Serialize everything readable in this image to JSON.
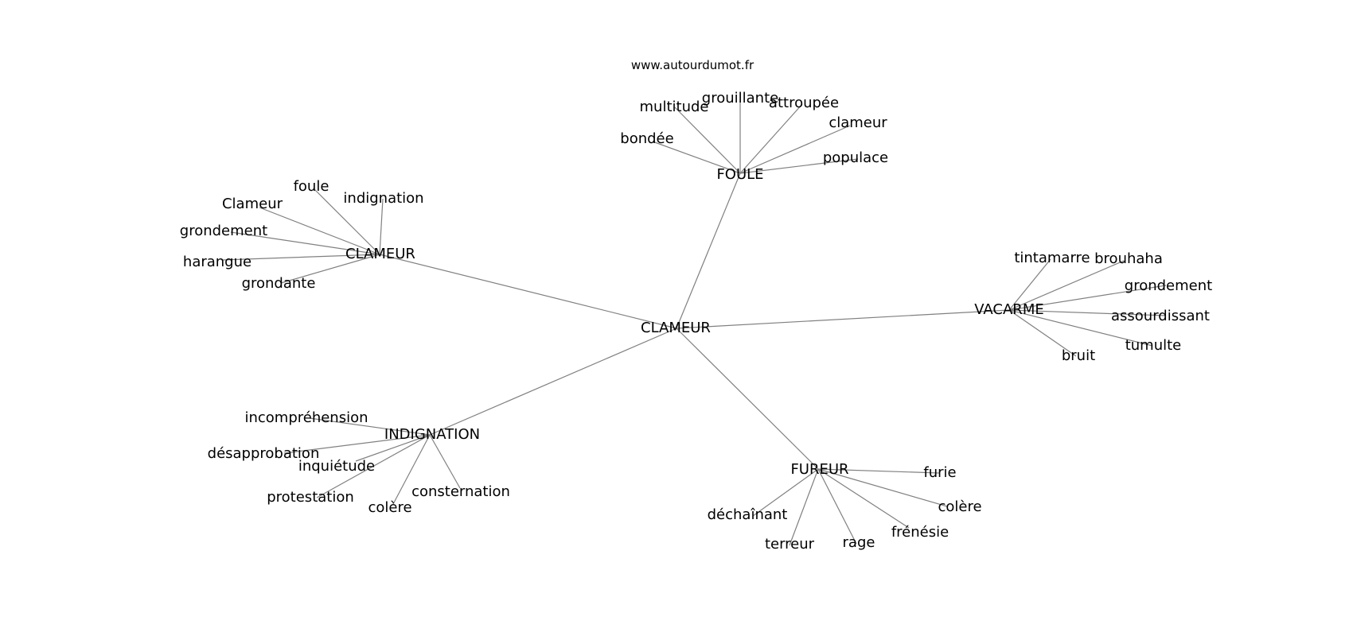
{
  "source": "www.autourdumot.fr",
  "graph": {
    "center": "CLAMEUR",
    "hubs": [
      {
        "id": "foule",
        "label": "FOULE",
        "leaves": [
          "multitude",
          "grouillante",
          "attroupée",
          "clameur",
          "bondée",
          "populace"
        ]
      },
      {
        "id": "clameur",
        "label": "CLAMEUR",
        "leaves": [
          "foule",
          "indignation",
          "Clameur",
          "grondement",
          "harangue",
          "grondante"
        ]
      },
      {
        "id": "vacarme",
        "label": "VACARME",
        "leaves": [
          "tintamarre",
          "brouhaha",
          "grondement",
          "assourdissant",
          "tumulte",
          "bruit"
        ]
      },
      {
        "id": "indignation",
        "label": "INDIGNATION",
        "leaves": [
          "incompréhension",
          "désapprobation",
          "inquiétude",
          "protestation",
          "colère",
          "consternation"
        ]
      },
      {
        "id": "fureur",
        "label": "FUREUR",
        "leaves": [
          "furie",
          "déchaînant",
          "colère",
          "frénésie",
          "terreur",
          "rage"
        ]
      }
    ]
  }
}
